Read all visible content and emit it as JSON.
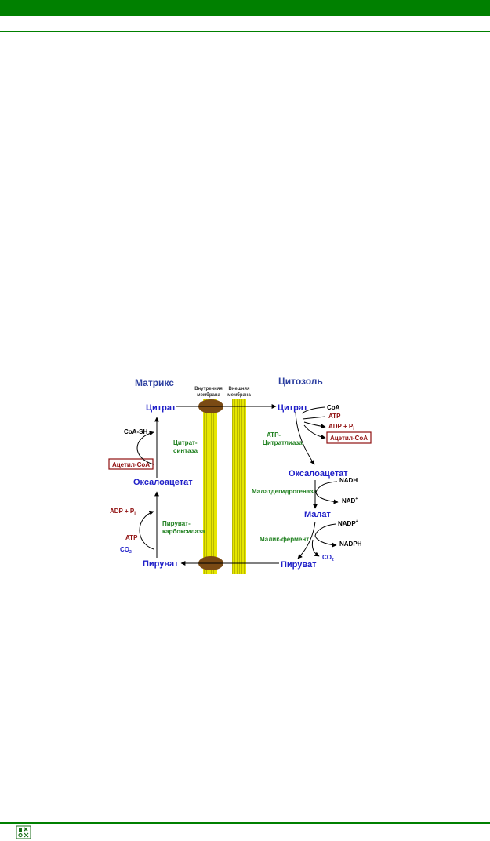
{
  "regions": {
    "matrix": "Матрикс",
    "cytosol": "Цитозоль"
  },
  "membranes": {
    "inner_line1": "Внутренняя",
    "inner_line2": "мембрана",
    "outer_line1": "Внешняя",
    "outer_line2": "мембрана"
  },
  "matrix": {
    "citrate": "Цитрат",
    "coa_sh": "CoA-SH",
    "citrate_synthase_line1": "Цитрат-",
    "citrate_synthase_line2": "синтаза",
    "acetyl_coa": "Ацетил-CoA",
    "oxaloacetate": "Оксалоацетат",
    "adp_pi": "ADP + P",
    "adp_pi_sub": "i",
    "pyruvate_carboxylase_line1": "Пируват-",
    "pyruvate_carboxylase_line2": "карбоксилаза",
    "atp": "ATP",
    "co2": "CO",
    "co2_sub": "2",
    "pyruvate": "Пируват"
  },
  "cytosol": {
    "citrate": "Цитрат",
    "coa": "CoA",
    "atp": "ATP",
    "adp_pi": "ADP + P",
    "adp_pi_sub": "i",
    "acetyl_coa": "Ацетил-CoA",
    "atp_citrate_lyase_line1": "ATP-",
    "atp_citrate_lyase_line2": "Цитратлиаза",
    "oxaloacetate": "Оксалоацетат",
    "nadh": "NADH",
    "malate_dehydrogenase": "Малатдегидрогеназа",
    "nad": "NAD",
    "nad_sup": "+",
    "malate": "Малат",
    "nadp": "NADP",
    "nadp_sup": "+",
    "malic_enzyme": "Малик-фермент",
    "nadph": "NADPH",
    "co2": "CO",
    "co2_sub": "2",
    "pyruvate": "Пируват"
  },
  "colors": {
    "header_green": "#008000",
    "membrane_yellow": "#e6e600",
    "transporter_brown": "#7a4a14",
    "metabolite_blue": "#2020c8",
    "enzyme_green": "#208020",
    "cofactor_red": "#901010"
  },
  "icons": {
    "footer": "book-logo-icon"
  }
}
